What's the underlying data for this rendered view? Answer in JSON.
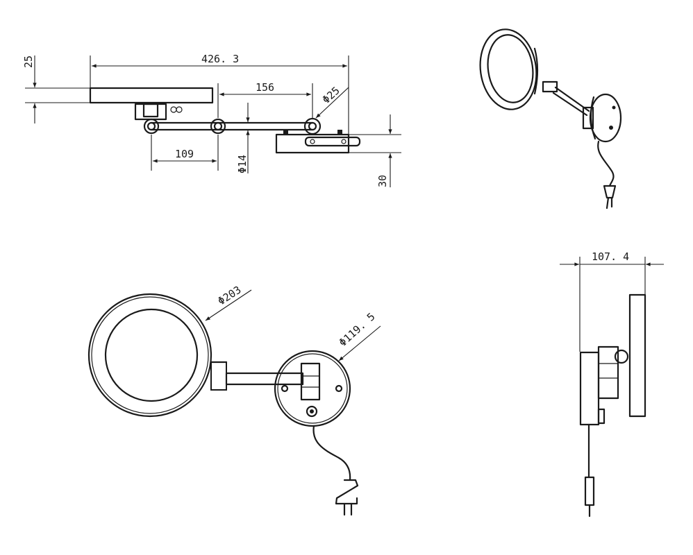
{
  "dimensions": {
    "total_length": "426. 3",
    "arm_segment": "156",
    "pivot_diameter": "Φ25",
    "arm_offset": "109",
    "rod_diameter": "Φ14",
    "mirror_thickness": "25",
    "base_thickness": "30",
    "mirror_diameter": "Φ203",
    "base_diameter": "Φ119. 5",
    "side_depth": "107. 4"
  }
}
